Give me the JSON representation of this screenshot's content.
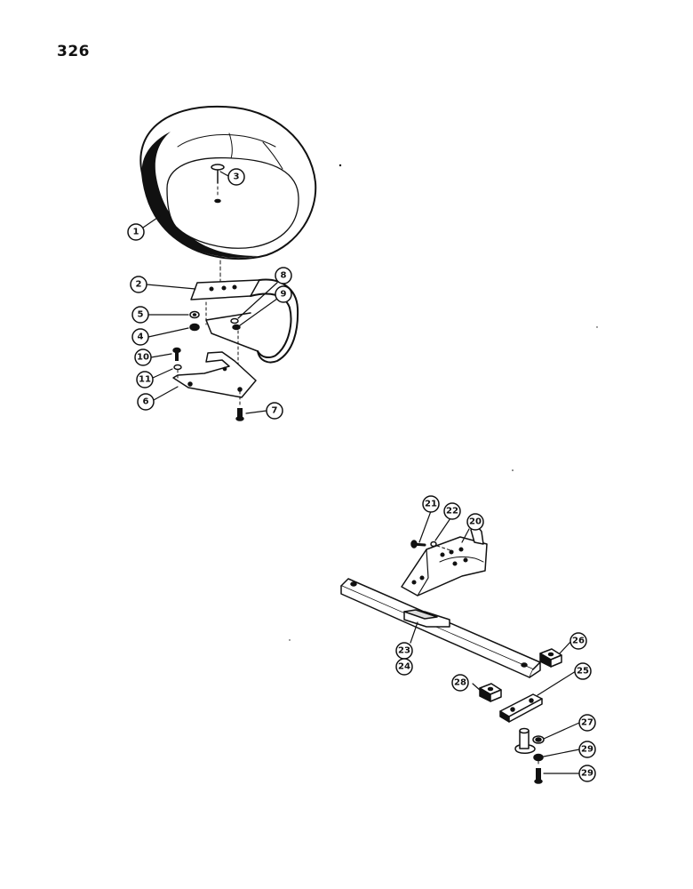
{
  "page": {
    "number": "326"
  },
  "callouts": [
    "1",
    "2",
    "3",
    "4",
    "5",
    "8",
    "9",
    "10",
    "11",
    "6",
    "7",
    "21",
    "22",
    "20",
    "23",
    "24",
    "26",
    "28",
    "25",
    "27",
    "29",
    "29"
  ]
}
